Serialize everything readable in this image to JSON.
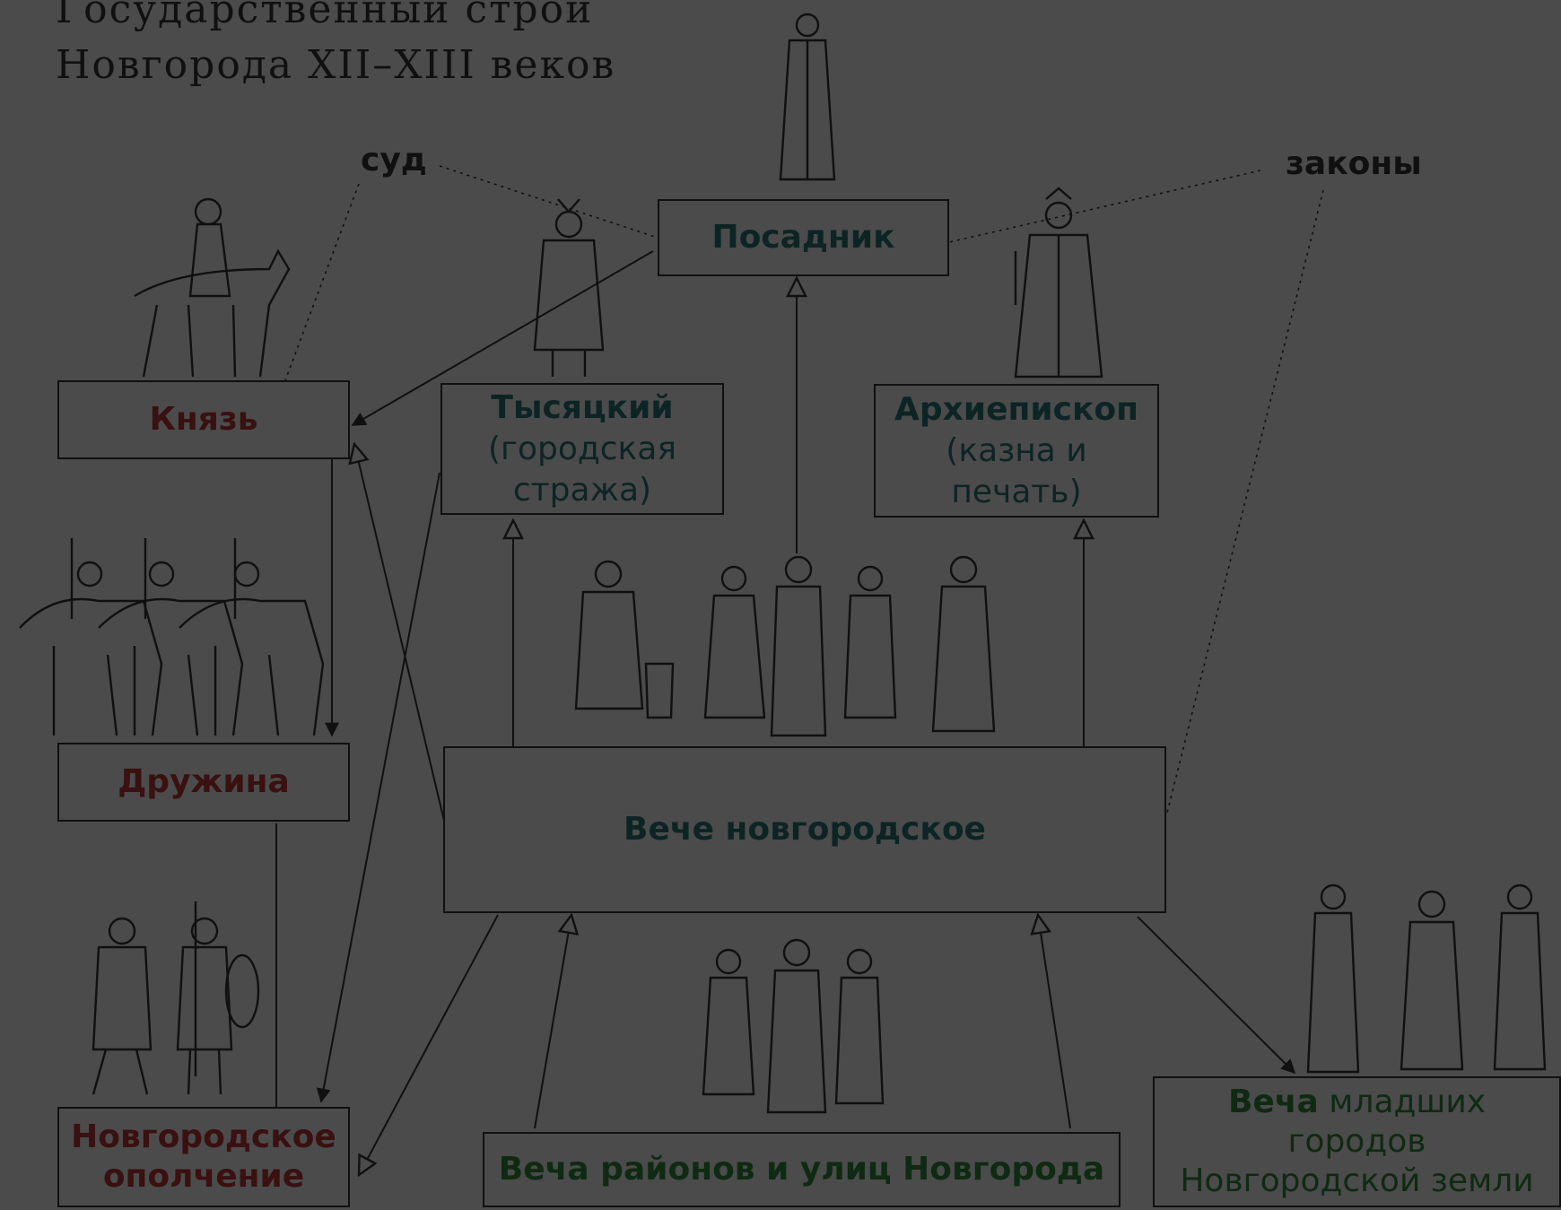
{
  "title": {
    "line1": "Государственный строй",
    "line2": "Новгорода XII–XIII веков"
  },
  "nodes": {
    "posadnik": {
      "label": "Посадник"
    },
    "knyaz": {
      "label": "Князь"
    },
    "tysyatsky": {
      "label": "Тысяцкий",
      "sub": "(городская стража)"
    },
    "arkhiepiskop": {
      "label": "Архиепископ",
      "sub": "(казна и печать)"
    },
    "druzhina": {
      "label": "Дружина"
    },
    "veche": {
      "label": "Вече новгородское"
    },
    "opolchenie": {
      "label": "Новгородское ополчение"
    },
    "veche_rayonov": {
      "label": "Веча районов и улиц Новгорода"
    },
    "veche_mladshikh": {
      "label_bold": "Веча",
      "label_rest": "младших городов Новгородской земли"
    }
  },
  "labels": {
    "sud": "суд",
    "zakony": "законы"
  },
  "colors": {
    "background": "#4b4b4b",
    "ink": "#101010",
    "brown": "#3a1010",
    "teal": "#0d2424",
    "green": "#0f2a12"
  }
}
